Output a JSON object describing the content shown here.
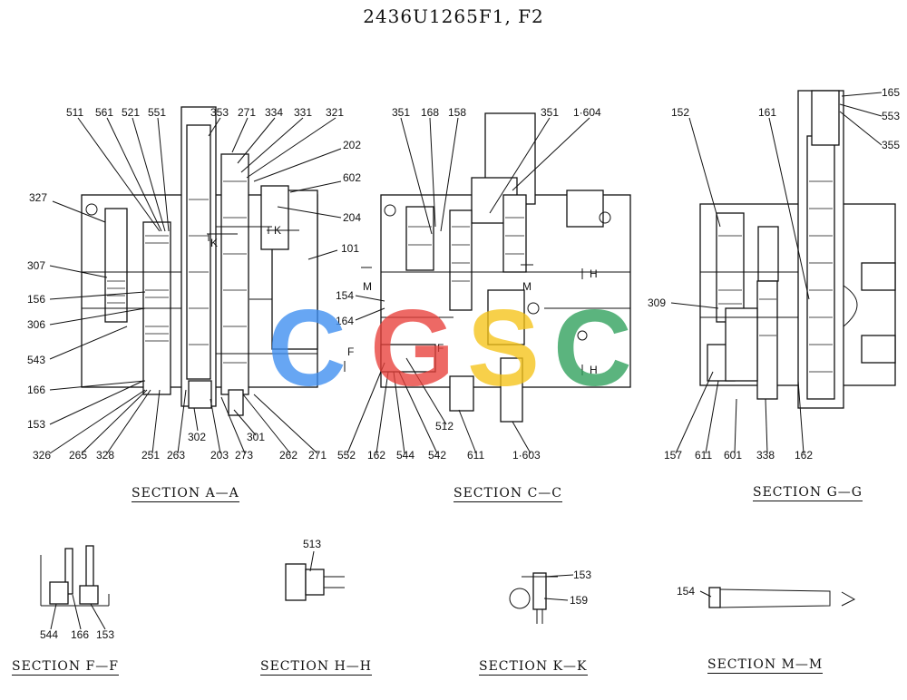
{
  "title": "2436U1265F1, F2",
  "logo": {
    "letters": [
      "C",
      "G",
      "S",
      "C"
    ],
    "colors": [
      "#3d8ef0",
      "#e8403a",
      "#f5c318",
      "#2ea05a"
    ]
  },
  "sections": {
    "aa": "SECTION A—A",
    "cc": "SECTION C—C",
    "gg": "SECTION G—G",
    "ff": "SECTION F—F",
    "hh": "SECTION H—H",
    "kk": "SECTION K—K",
    "mm": "SECTION M—M"
  },
  "markers": {
    "k1": "K",
    "k2": "K",
    "m1": "M",
    "m2": "M",
    "f1": "F",
    "f2": "F",
    "h1": "H",
    "h2": "H"
  },
  "labels": [
    "511",
    "561",
    "521",
    "551",
    "353",
    "271",
    "334",
    "331",
    "321",
    "202",
    "602",
    "204",
    "101",
    "327",
    "307",
    "156",
    "306",
    "543",
    "166",
    "153",
    "326",
    "265",
    "328",
    "251",
    "263",
    "302",
    "203",
    "273",
    "301",
    "262",
    "271",
    "351",
    "168",
    "158",
    "351",
    "1·604",
    "154",
    "164",
    "552",
    "162",
    "544",
    "542",
    "512",
    "611",
    "1·603",
    "152",
    "161",
    "165",
    "553",
    "355",
    "309",
    "157",
    "611",
    "601",
    "338",
    "162",
    "544",
    "166",
    "153",
    "513",
    "153",
    "159",
    "154"
  ]
}
